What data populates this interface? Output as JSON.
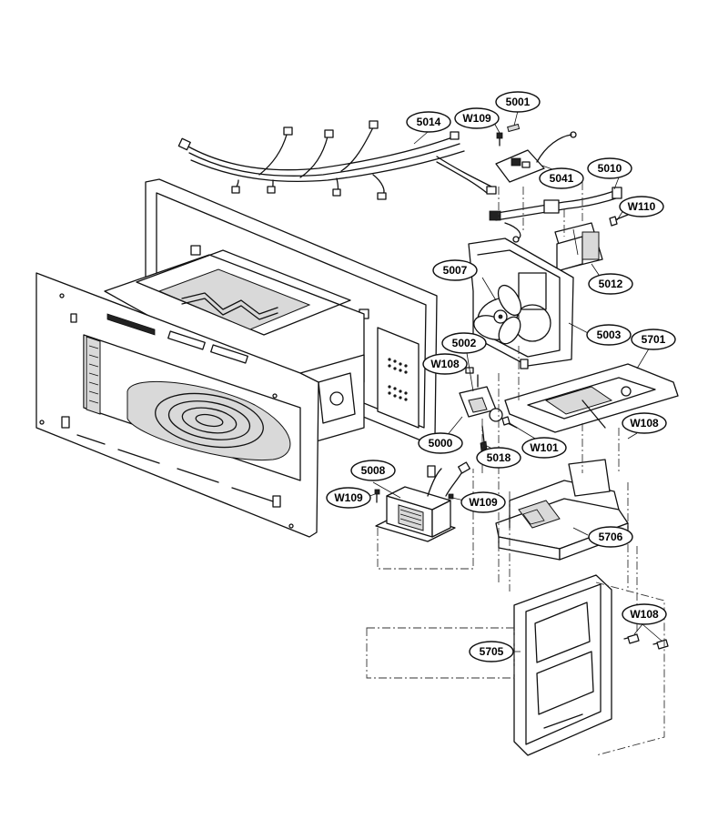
{
  "part_labels": [
    {
      "key": "p5001",
      "text": "5001"
    },
    {
      "key": "p5014",
      "text": "5014"
    },
    {
      "key": "pW109a",
      "text": "W109"
    },
    {
      "key": "p5041",
      "text": "5041"
    },
    {
      "key": "p5010",
      "text": "5010"
    },
    {
      "key": "pW110",
      "text": "W110"
    },
    {
      "key": "p5012",
      "text": "5012"
    },
    {
      "key": "p5007",
      "text": "5007"
    },
    {
      "key": "p5003",
      "text": "5003"
    },
    {
      "key": "p5002",
      "text": "5002"
    },
    {
      "key": "p5701",
      "text": "5701"
    },
    {
      "key": "pW108a",
      "text": "W108"
    },
    {
      "key": "pW108b",
      "text": "W108"
    },
    {
      "key": "p5000",
      "text": "5000"
    },
    {
      "key": "pW101",
      "text": "W101"
    },
    {
      "key": "p5018",
      "text": "5018"
    },
    {
      "key": "p5008",
      "text": "5008"
    },
    {
      "key": "pW109b",
      "text": "W109"
    },
    {
      "key": "pW109c",
      "text": "W109"
    },
    {
      "key": "p5706",
      "text": "5706"
    },
    {
      "key": "pW108c",
      "text": "W108"
    },
    {
      "key": "p5705",
      "text": "5705"
    }
  ]
}
